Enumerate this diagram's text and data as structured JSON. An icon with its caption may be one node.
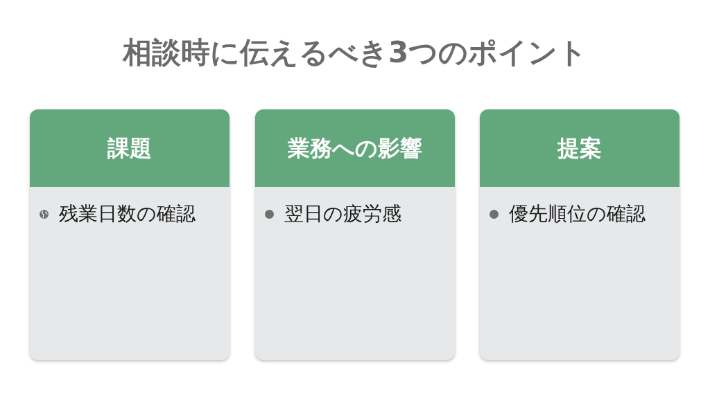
{
  "diagram": {
    "title": "相談時に伝えるべき3つのポイント",
    "nodes": [
      {
        "text": [
          "課題",
          "残業日数の確認"
        ]
      },
      {
        "text": [
          "業務への影響",
          "翌日の疲労感"
        ]
      },
      {
        "text": [
          "提案",
          "優先順位の確認"
        ]
      }
    ]
  }
}
